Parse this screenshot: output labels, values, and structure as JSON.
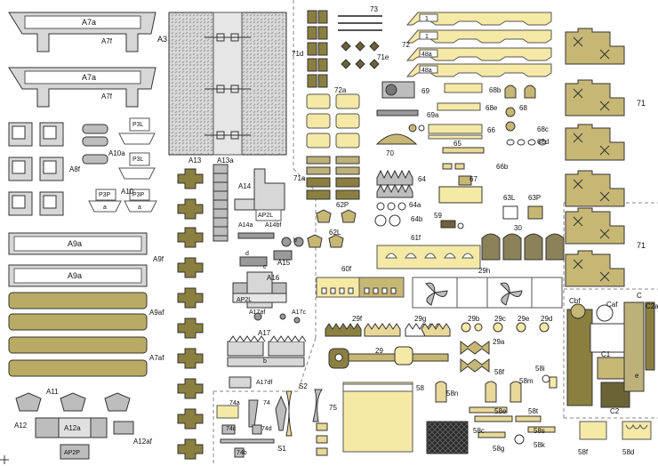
{
  "labels": {
    "A7a_1": "A7a",
    "A7f_1": "A7f",
    "A7a_2": "A7a",
    "A7f_2": "A7f",
    "A3": "A3",
    "A8f": "A8f",
    "P3L_1": "P3L",
    "P3L_2": "P3L",
    "P3P": "P3P",
    "P3P_2": "P3P",
    "A10a": "A10a",
    "A10": "A10",
    "a_1": "a",
    "a_2": "a",
    "A9a_1": "A9a",
    "A9f": "A9f",
    "A9a_2": "A9a",
    "A9af": "A9af",
    "A7af": "A7af",
    "A11": "A11",
    "A12": "A12",
    "A12a": "A12a",
    "AP2P": "AP2P",
    "A12af": "A12af",
    "A13": "A13",
    "A13a": "A13a",
    "A14": "A14",
    "AP2L_1": "AP2L",
    "A14a": "A14a",
    "A14b": "A14bf",
    "A15": "A15",
    "A16": "A16",
    "AP2L_2": "AP2L",
    "A17a": "A17af",
    "A17c": "A17c",
    "A17": "A17",
    "A17d": "A17df",
    "b_1": "b",
    "c_1": "c",
    "d_1": "d",
    "74a": "74a",
    "74": "74",
    "74c": "74c",
    "74d": "74d",
    "74b": "74b",
    "S2": "S2",
    "S1": "S1",
    "75": "75",
    "73": "73",
    "72": "72",
    "72a": "72a",
    "71d": "71d",
    "71e": "71e",
    "71a": "71a",
    "71": "71",
    "71_2": "71",
    "69a": "69a",
    "69": "69",
    "70": "70",
    "68b": "68b",
    "68e": "68e",
    "68": "68",
    "68c": "68c",
    "68d": "68d",
    "66": "66",
    "65": "65",
    "66b": "66b",
    "64": "64",
    "67": "67",
    "64a": "64a",
    "64b": "64b",
    "62P": "62P",
    "62L": "62L",
    "59": "59",
    "63L": "63L",
    "63P": "63P",
    "30": "30",
    "61f": "61f",
    "60f": "60f",
    "29h": "29h",
    "29f": "29f",
    "29g": "29g",
    "29b": "29b",
    "29c": "29c",
    "29e": "29e",
    "29d": "29d",
    "29": "29",
    "29a": "29a",
    "58": "58",
    "58n": "58n",
    "58f": "58f",
    "58m": "58m",
    "58e": "58e",
    "58t": "58t",
    "58c": "58c",
    "58g": "58g",
    "58s": "58s",
    "58k": "58k",
    "58i": "58i",
    "58d": "58d",
    "58f_2": "58f",
    "C": "C",
    "Cb": "Cbf",
    "Ca": "Caf",
    "C2": "C2",
    "C2a": "C2a",
    "C1": "C1",
    "e": "e",
    "48a_1": "48a",
    "48a_2": "48a",
    "one_1": "1",
    "one_2": "1"
  }
}
